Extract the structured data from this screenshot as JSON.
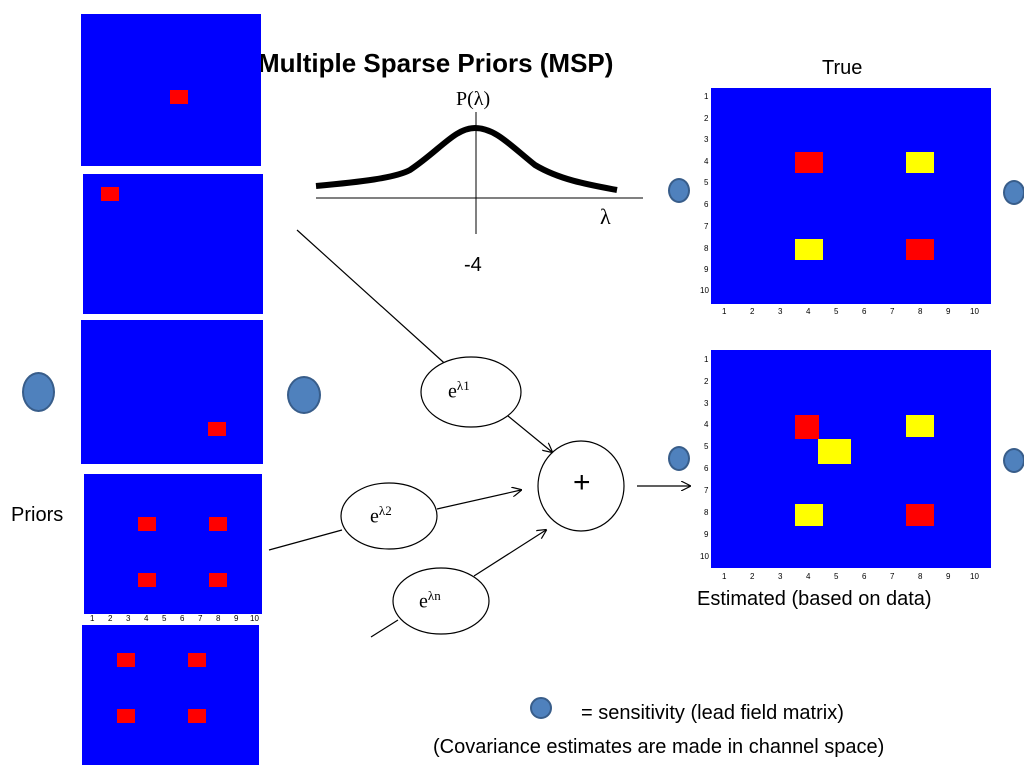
{
  "title": "Multiple Sparse Priors (MSP)",
  "curve": {
    "ylabel": "P(λ)",
    "xlabel": "λ",
    "center_label": "-4"
  },
  "priors_label": "Priors",
  "true_label": "True",
  "estimated_label": "Estimated (based on data)",
  "weights": {
    "w1": "e",
    "w1_sup": "λ1",
    "w2": "e",
    "w2_sup": "λ2",
    "wn": "e",
    "wn_sup": "λn"
  },
  "sum_symbol": "+",
  "legend": {
    "sensitivity": "= sensitivity (lead field matrix)",
    "note": "(Covariance estimates  are made in channel space)"
  },
  "grid_ticks": [
    "1",
    "2",
    "3",
    "4",
    "5",
    "6",
    "7",
    "8",
    "9",
    "10"
  ],
  "colors": {
    "panel": "#0000ff",
    "red": "#ff0000",
    "yellow": "#ffff00",
    "sensor": "#4f81bd"
  }
}
